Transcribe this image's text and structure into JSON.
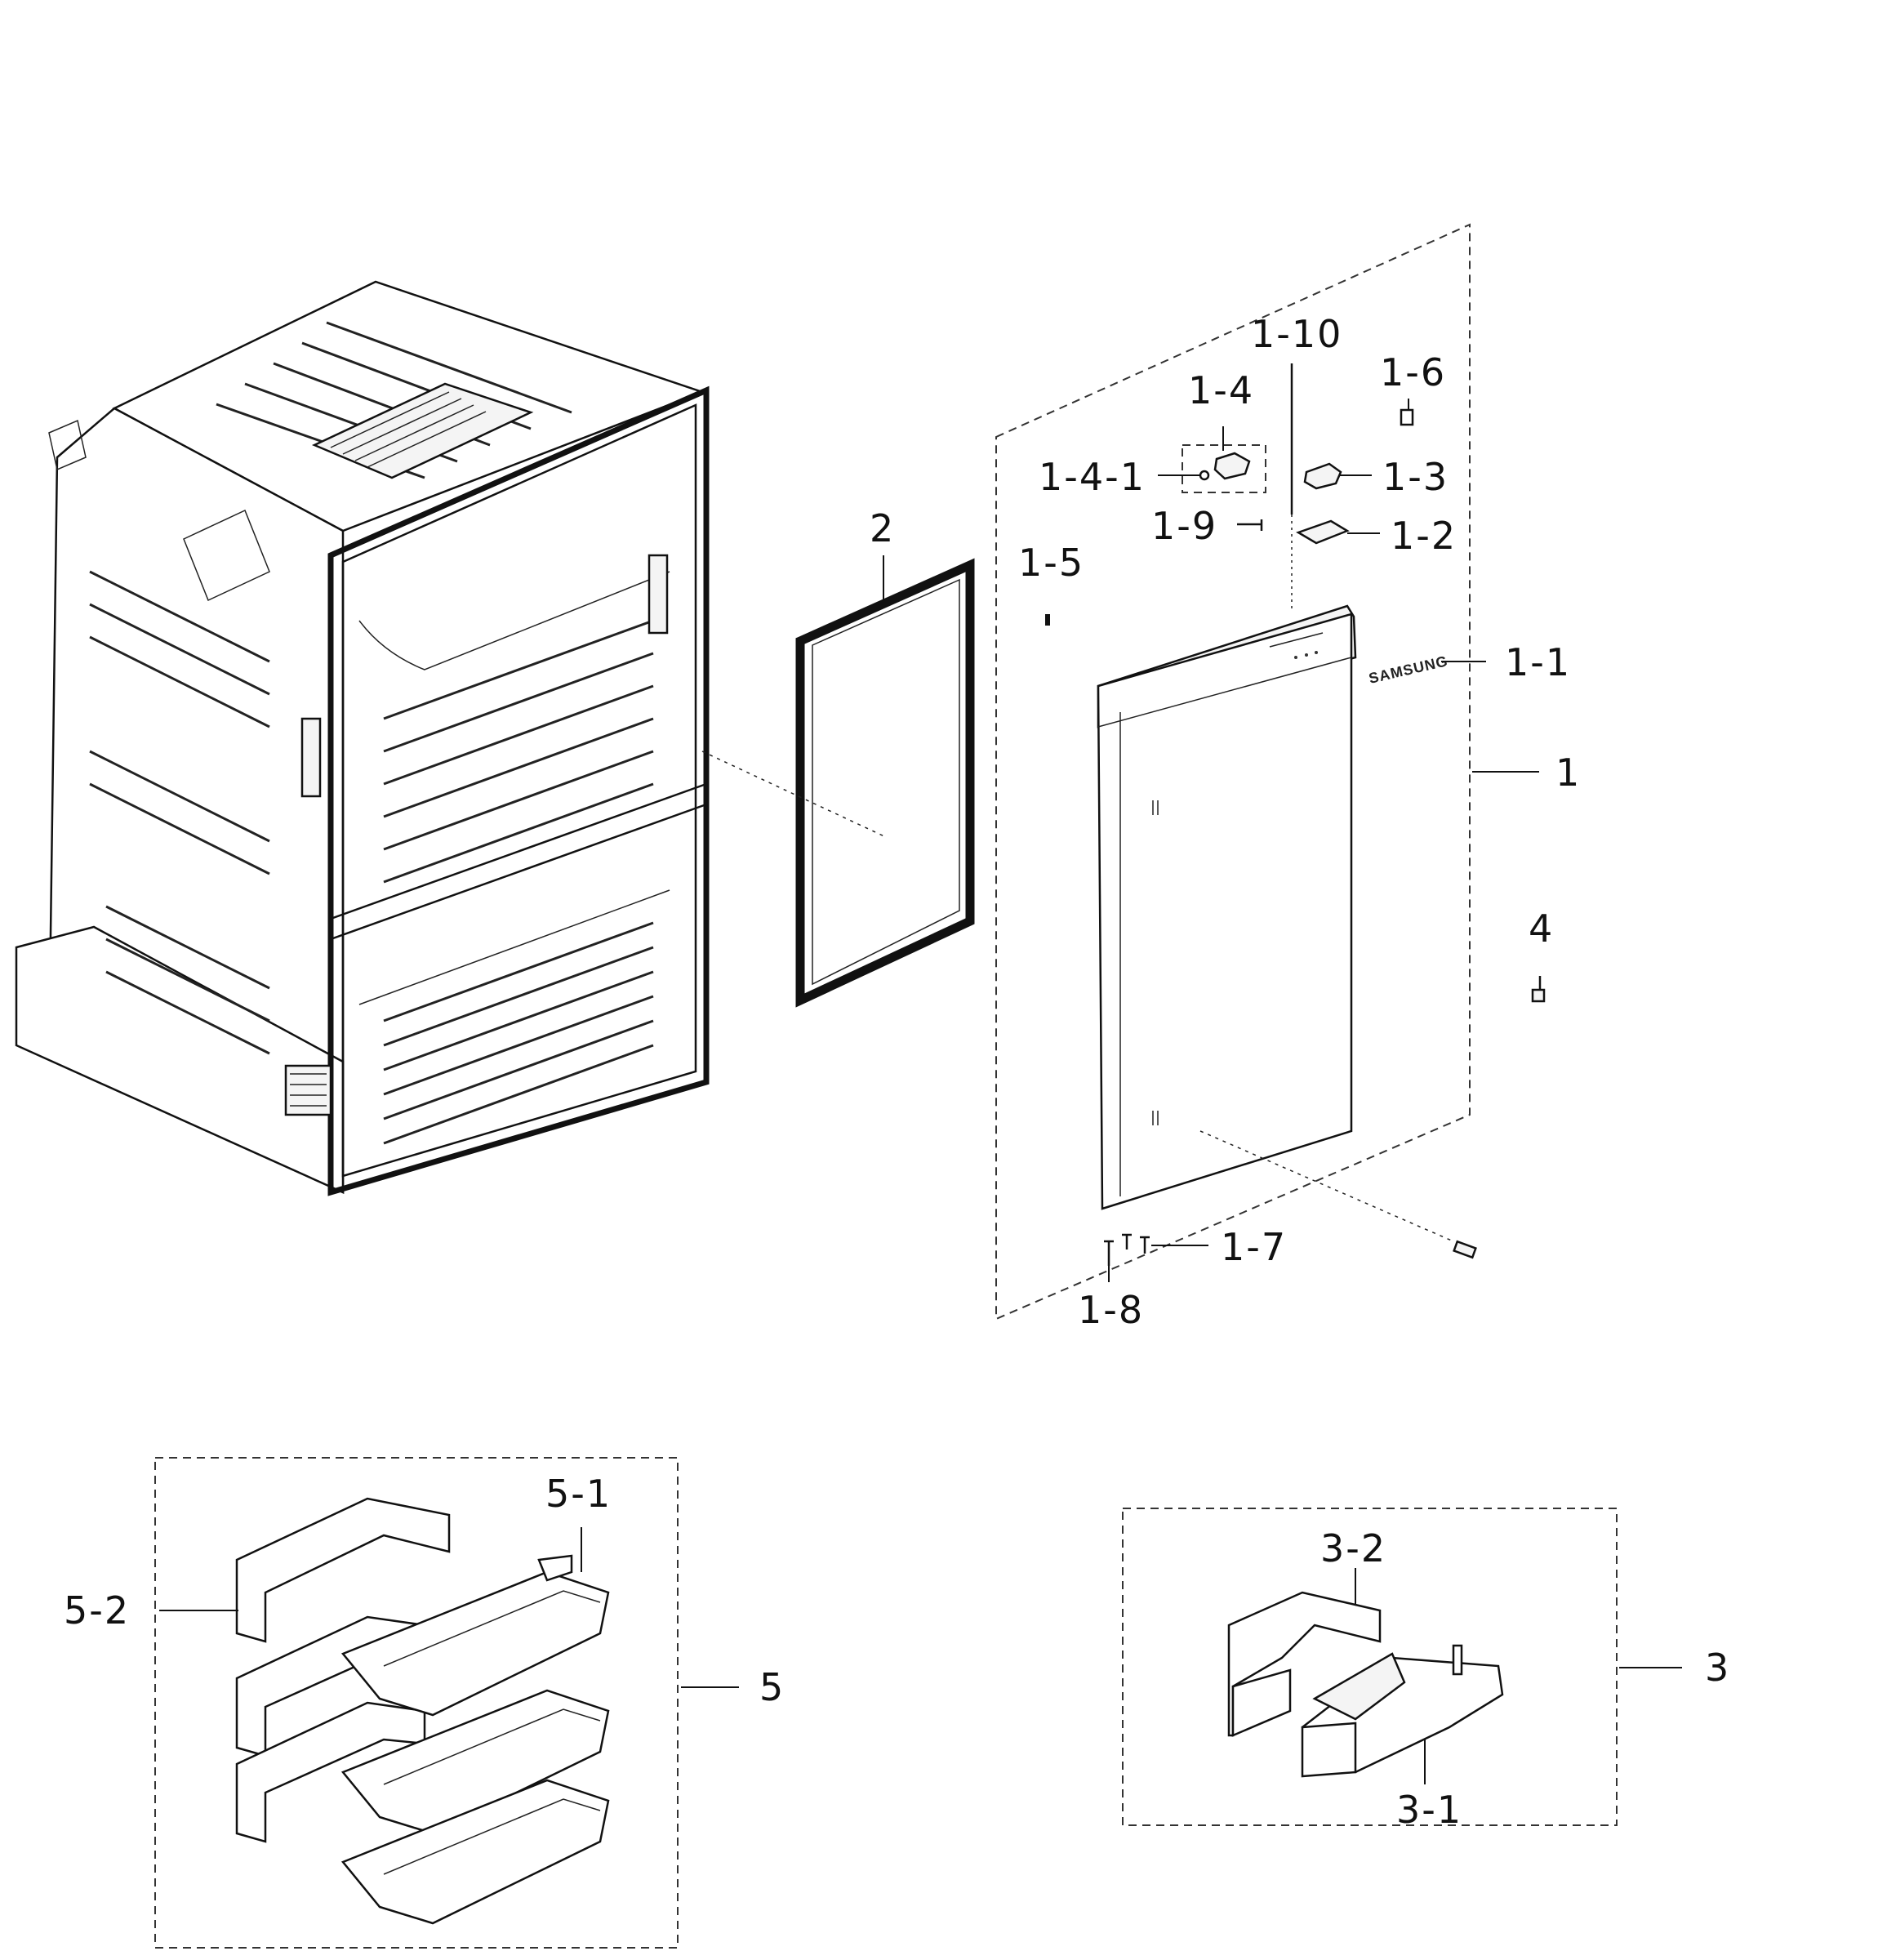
{
  "diagram": {
    "brand_mark": "SAMSUNG",
    "callouts": {
      "c1": "1",
      "c1_1": "1-1",
      "c1_2": "1-2",
      "c1_3": "1-3",
      "c1_4": "1-4",
      "c1_4_1": "1-4-1",
      "c1_5": "1-5",
      "c1_6": "1-6",
      "c1_7": "1-7",
      "c1_8": "1-8",
      "c1_9": "1-9",
      "c1_10": "1-10",
      "c2": "2",
      "c3": "3",
      "c3_1": "3-1",
      "c3_2": "3-2",
      "c4": "4",
      "c5": "5",
      "c5_1": "5-1",
      "c5_2": "5-2"
    }
  }
}
